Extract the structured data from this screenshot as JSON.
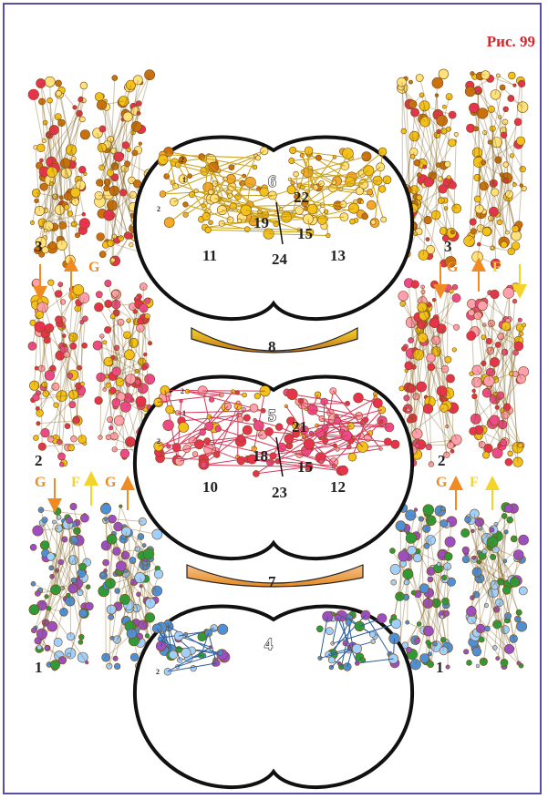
{
  "caption": "Рис. 99",
  "colors": {
    "yellow_atom": "#f2c21a",
    "yellow_dark": "#c9700f",
    "red_atom": "#e8334f",
    "pink_atom": "#ee4a8a",
    "blue_atom": "#4f8fd4",
    "green_atom": "#2f9a3a",
    "purple_atom": "#9b4fc1",
    "orange_arrow": "#f08a22",
    "yellow_arrow": "#f5d42a",
    "frame": "#5b4fa3",
    "caption": "#d8262b"
  },
  "labels": {
    "level_1": "1",
    "level_2": "2",
    "level_3": "3",
    "unit_4": "4",
    "unit_5": "5",
    "unit_6": "6",
    "bar_7": "7",
    "bar_8": "8",
    "n10": "10",
    "n11": "11",
    "n12": "12",
    "n13": "13",
    "n15a": "15",
    "n15b": "15",
    "n18": "18",
    "n19": "19",
    "n21": "21",
    "n22": "22",
    "n23": "23",
    "n24": "24",
    "small_1": "1",
    "small_2": "2",
    "G": "G",
    "F": "F"
  }
}
